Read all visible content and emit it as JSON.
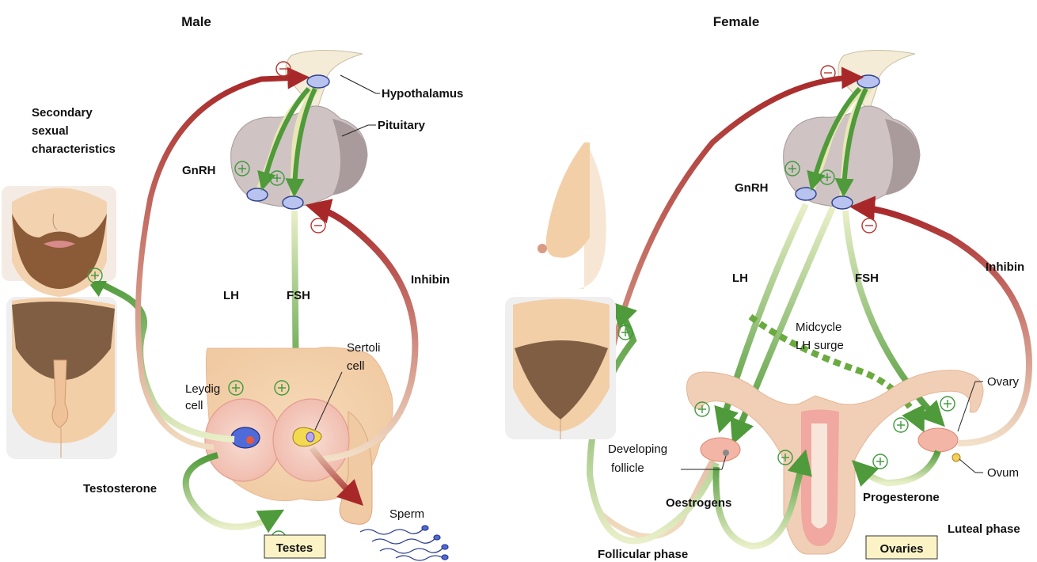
{
  "male": {
    "title": "Male",
    "hypothalamus": "Hypothalamus",
    "pituitary": "Pituitary",
    "gnrh": "GnRH",
    "lh": "LH",
    "fsh": "FSH",
    "inhibin": "Inhibin",
    "secondary_line1": "Secondary",
    "secondary_line2": "sexual",
    "secondary_line3": "characteristics",
    "leydig_line1": "Leydig",
    "leydig_line2": "cell",
    "sertoli_line1": "Sertoli",
    "sertoli_line2": "cell",
    "testosterone": "Testosterone",
    "sperm": "Sperm",
    "testes": "Testes"
  },
  "female": {
    "title": "Female",
    "gnrh": "GnRH",
    "lh": "LH",
    "fsh": "FSH",
    "inhibin": "Inhibin",
    "midcycle_line1": "Midcycle",
    "midcycle_line2": "LH surge",
    "ovary": "Ovary",
    "ovum": "Ovum",
    "developing_line1": "Developing",
    "developing_line2": "follicle",
    "oestrogens": "Oestrogens",
    "progesterone": "Progesterone",
    "luteal": "Luteal phase",
    "follicular": "Follicular phase",
    "ovaries": "Ovaries"
  },
  "colors": {
    "stimulate": "#4f9a3a",
    "inhibit": "#a8282a",
    "skin": "#f3d2b0",
    "pituitary": "#b9aaaa",
    "hypothalamus": "#f4ecd6",
    "cell": "#b8c4ef"
  }
}
